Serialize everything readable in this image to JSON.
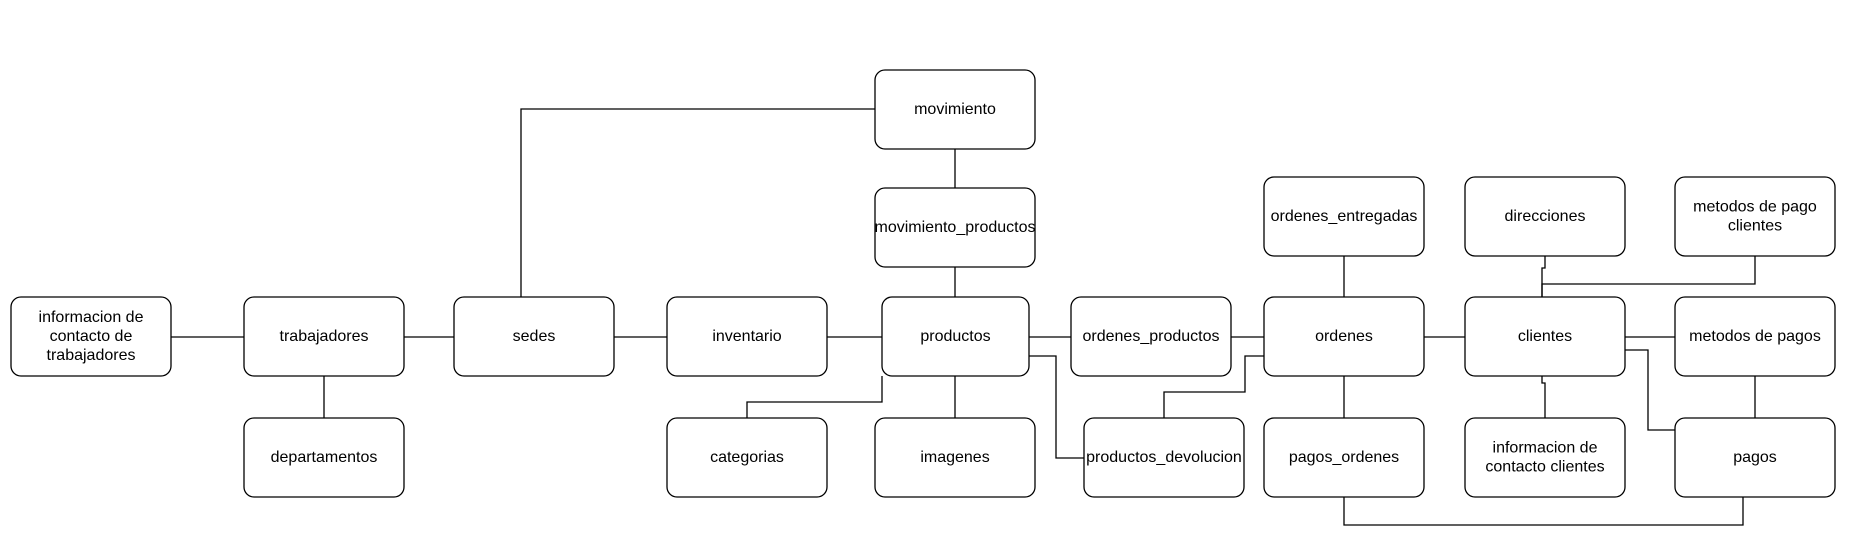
{
  "diagram": {
    "colors": {
      "stroke": "#000000",
      "fill": "#ffffff",
      "background": "#ffffff",
      "text": "#000000"
    },
    "nodes": [
      {
        "id": "info_trab",
        "lines": [
          "informacion de",
          "contacto de",
          "trabajadores"
        ]
      },
      {
        "id": "trabajadores",
        "lines": [
          "trabajadores"
        ]
      },
      {
        "id": "departamentos",
        "lines": [
          "departamentos"
        ]
      },
      {
        "id": "sedes",
        "lines": [
          "sedes"
        ]
      },
      {
        "id": "inventario",
        "lines": [
          "inventario"
        ]
      },
      {
        "id": "categorias",
        "lines": [
          "categorias"
        ]
      },
      {
        "id": "movimiento",
        "lines": [
          "movimiento"
        ]
      },
      {
        "id": "movimiento_productos",
        "lines": [
          "movimiento_productos"
        ]
      },
      {
        "id": "productos",
        "lines": [
          "productos"
        ]
      },
      {
        "id": "imagenes",
        "lines": [
          "imagenes"
        ]
      },
      {
        "id": "ordenes_productos",
        "lines": [
          "ordenes_productos"
        ]
      },
      {
        "id": "productos_devolucion",
        "lines": [
          "productos_devolucion"
        ]
      },
      {
        "id": "ordenes_entregadas",
        "lines": [
          "ordenes_entregadas"
        ]
      },
      {
        "id": "ordenes",
        "lines": [
          "ordenes"
        ]
      },
      {
        "id": "pagos_ordenes",
        "lines": [
          "pagos_ordenes"
        ]
      },
      {
        "id": "direcciones",
        "lines": [
          "direcciones"
        ]
      },
      {
        "id": "clientes",
        "lines": [
          "clientes"
        ]
      },
      {
        "id": "info_clientes",
        "lines": [
          "informacion de",
          "contacto clientes"
        ]
      },
      {
        "id": "metodos_pago_clientes",
        "lines": [
          "metodos de pago",
          "clientes"
        ]
      },
      {
        "id": "metodos_pagos",
        "lines": [
          "metodos de pagos"
        ]
      },
      {
        "id": "pagos",
        "lines": [
          "pagos"
        ]
      }
    ],
    "edges": [
      {
        "from": "info_trab",
        "to": "trabajadores"
      },
      {
        "from": "trabajadores",
        "to": "departamentos"
      },
      {
        "from": "trabajadores",
        "to": "sedes"
      },
      {
        "from": "sedes",
        "to": "movimiento"
      },
      {
        "from": "sedes",
        "to": "inventario"
      },
      {
        "from": "inventario",
        "to": "productos"
      },
      {
        "from": "productos",
        "to": "categorias"
      },
      {
        "from": "movimiento",
        "to": "movimiento_productos"
      },
      {
        "from": "movimiento_productos",
        "to": "productos"
      },
      {
        "from": "productos",
        "to": "imagenes"
      },
      {
        "from": "productos",
        "to": "ordenes_productos"
      },
      {
        "from": "productos",
        "to": "productos_devolucion"
      },
      {
        "from": "ordenes_productos",
        "to": "ordenes"
      },
      {
        "from": "productos_devolucion",
        "to": "ordenes"
      },
      {
        "from": "ordenes_entregadas",
        "to": "ordenes"
      },
      {
        "from": "ordenes",
        "to": "pagos_ordenes"
      },
      {
        "from": "ordenes",
        "to": "clientes"
      },
      {
        "from": "direcciones",
        "to": "clientes"
      },
      {
        "from": "metodos_pago_clientes",
        "to": "clientes"
      },
      {
        "from": "clientes",
        "to": "metodos_pagos"
      },
      {
        "from": "clientes",
        "to": "info_clientes"
      },
      {
        "from": "clientes",
        "to": "pagos"
      },
      {
        "from": "metodos_pagos",
        "to": "pagos"
      },
      {
        "from": "pagos_ordenes",
        "to": "pagos"
      }
    ]
  }
}
